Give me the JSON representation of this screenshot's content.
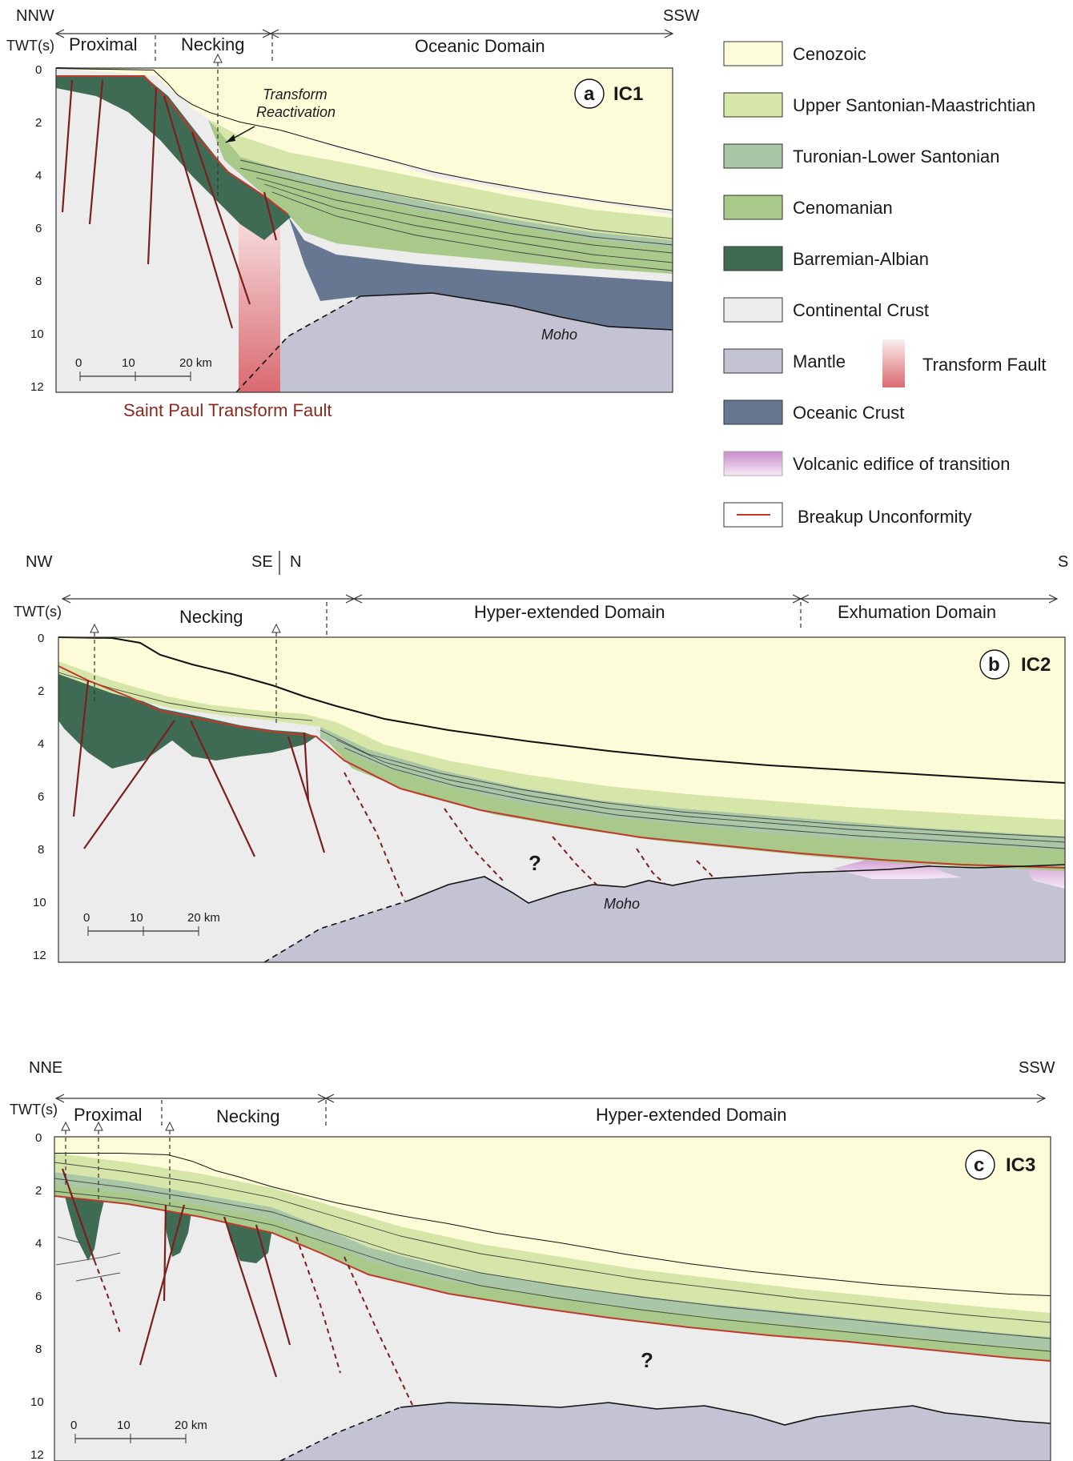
{
  "colors": {
    "cenozoic": "#fdfcd8",
    "upper_santonian": "#d5e6a8",
    "turonian": "#a9c6a6",
    "cenomanian": "#a8c98a",
    "barremian": "#3f6b55",
    "continental": "#ececec",
    "mantle": "#c4c3d3",
    "oceanic": "#687791",
    "transform_top": "#fbeeee",
    "transform_bottom": "#d96a70",
    "volcanic": "#c78bcb",
    "fault": "#7a1f1f",
    "breakup": "#c0392b"
  },
  "panel_a": {
    "dir_left": "NNW",
    "dir_right": "SSW",
    "twt_label": "TWT(s)",
    "domains": [
      "Proximal",
      "Necking",
      "Oceanic Domain"
    ],
    "ticks": [
      "0",
      "2",
      "4",
      "6",
      "8",
      "10",
      "12"
    ],
    "badge_letter": "a",
    "badge_name": "IC1",
    "annotation": "Transform Reactivation",
    "moho": "Moho",
    "scale": [
      "0",
      "10",
      "20 km"
    ],
    "caption": "Saint Paul Transform Fault"
  },
  "panel_b": {
    "dir_left": "NW",
    "dir_mid_left": "SE",
    "dir_mid_right": "N",
    "dir_right": "S",
    "twt_label": "TWT(s)",
    "domains": [
      "Necking",
      "Hyper-extended Domain",
      "Exhumation Domain"
    ],
    "ticks": [
      "0",
      "2",
      "4",
      "6",
      "8",
      "10",
      "12"
    ],
    "badge_letter": "b",
    "badge_name": "IC2",
    "moho": "Moho",
    "question": "?",
    "scale": [
      "0",
      "10",
      "20 km"
    ]
  },
  "panel_c": {
    "dir_left": "NNE",
    "dir_right": "SSW",
    "twt_label": "TWT(s)",
    "domains": [
      "Proximal",
      "Necking",
      "Hyper-extended Domain"
    ],
    "ticks": [
      "0",
      "2",
      "4",
      "6",
      "8",
      "10",
      "12"
    ],
    "badge_letter": "c",
    "badge_name": "IC3",
    "question": "?",
    "scale": [
      "0",
      "10",
      "20 km"
    ]
  },
  "legend": {
    "cenozoic": "Cenozoic",
    "upper_santonian": "Upper Santonian-Maastrichtian",
    "turonian": "Turonian-Lower Santonian",
    "cenomanian": "Cenomanian",
    "barremian": "Barremian-Albian",
    "continental": "Continental Crust",
    "mantle": "Mantle",
    "transform": "Transform Fault",
    "oceanic": "Oceanic Crust",
    "volcanic": "Volcanic edifice of transition",
    "breakup": "Breakup Unconformity"
  }
}
